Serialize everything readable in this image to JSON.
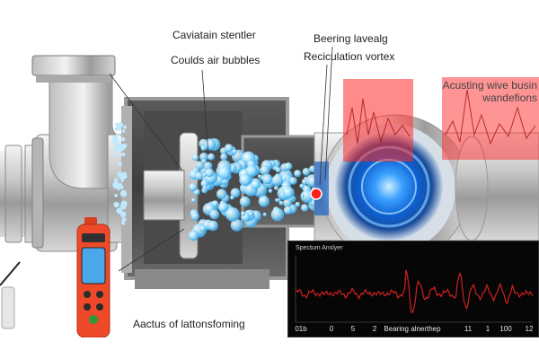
{
  "labels": {
    "cavitation": "Caviatain stentler",
    "bubbles": "Coulds air bubbles",
    "bearing": "Beering lavealg",
    "recirculation": "Reciculation vortex",
    "acoustic": "Acusting wive busin wandefions",
    "meter": "Aactus of lattonsfoming"
  },
  "spectrum": {
    "title": "Spectum Anslyer",
    "axis_ticks": [
      "01b",
      "0",
      "5",
      "2",
      "Bearing alnerthep",
      "11",
      "1",
      "100",
      "12"
    ]
  },
  "colors": {
    "red_overlay": "#ff2a2a",
    "trace": "#d02020",
    "bubble": "#9fe0ff",
    "meter_body": "#ee4a2a",
    "meter_screen": "#4aa8e8"
  }
}
